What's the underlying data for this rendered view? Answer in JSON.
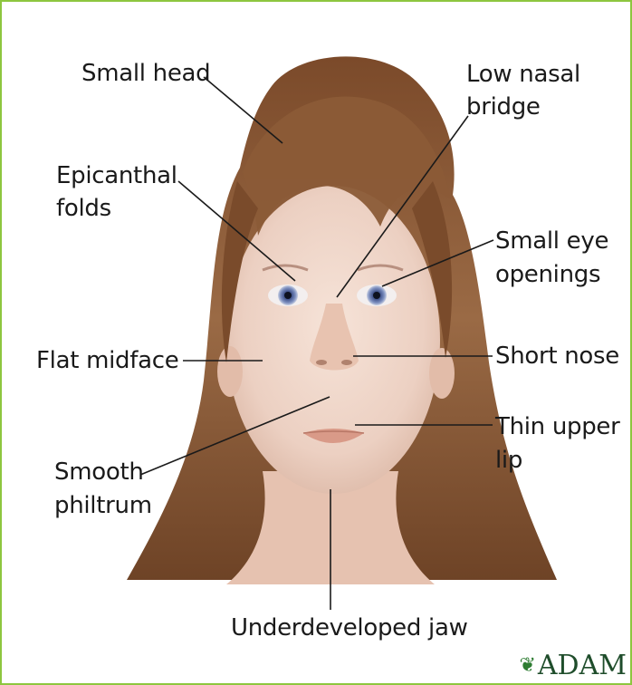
{
  "labels": {
    "small_head": "Small head",
    "low_nasal_bridge_1": "Low nasal",
    "low_nasal_bridge_2": "bridge",
    "epicanthal_folds_1": "Epicanthal",
    "epicanthal_folds_2": "folds",
    "small_eye_openings_1": "Small eye",
    "small_eye_openings_2": "openings",
    "flat_midface": "Flat midface",
    "short_nose": "Short nose",
    "thin_upper_lip_1": "Thin upper",
    "thin_upper_lip_2": "lip",
    "smooth_philtrum_1": "Smooth",
    "smooth_philtrum_2": "philtrum",
    "underdeveloped_jaw": "Underdeveloped jaw"
  },
  "logo": {
    "text": "ADAM",
    "mark_icon": "adam-leaf-icon"
  },
  "colors": {
    "border": "#8dc63f",
    "hair": "#8a5a35",
    "skin": "#f1d8cb",
    "eyes": "#5b6fa8",
    "lips": "#d99a88",
    "leader_lines": "#1a1a1a"
  }
}
